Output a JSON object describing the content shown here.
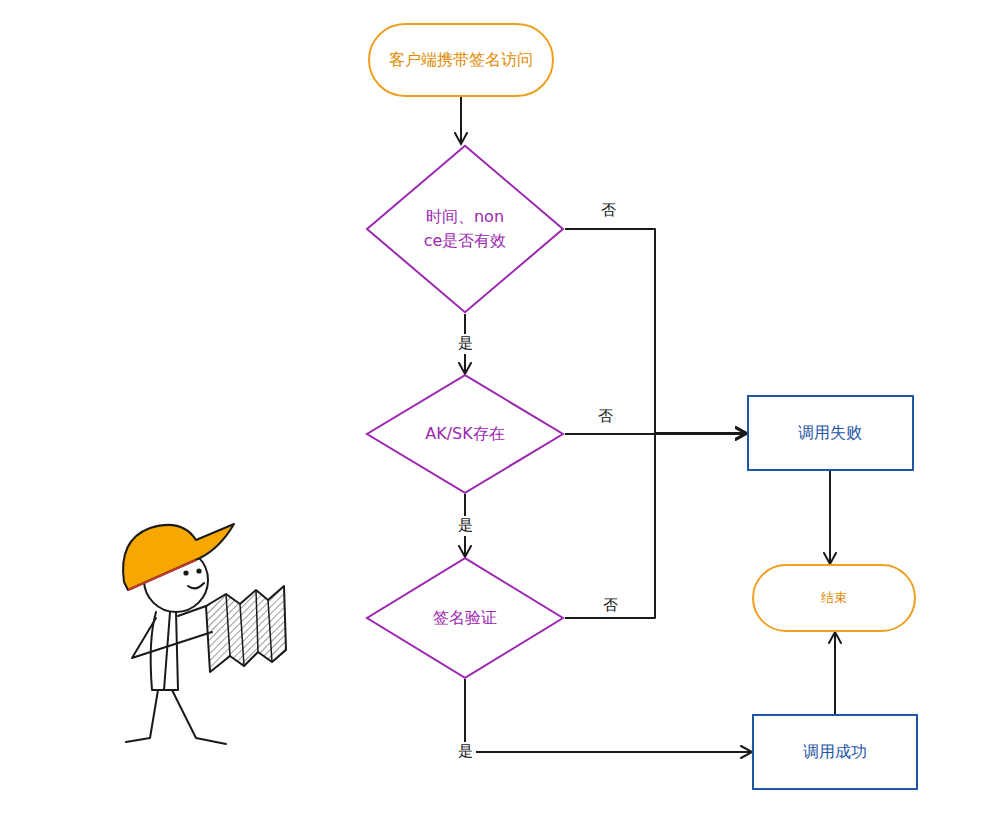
{
  "diagram": {
    "nodes": [
      {
        "text": [
          "客户端携带签名访问"
        ]
      },
      {
        "text": [
          "时间、nonce是否有效"
        ]
      },
      {
        "text": [
          "AK/SK存在"
        ]
      },
      {
        "text": [
          "签名验证"
        ]
      },
      {
        "text": [
          "调用失败"
        ]
      },
      {
        "text": [
          "结束"
        ]
      },
      {
        "text": [
          "调用成功"
        ]
      }
    ],
    "edges": [
      {
        "from": 0,
        "to": 1,
        "arrow": "to"
      },
      {
        "from": 1,
        "to": 2,
        "label": "是",
        "arrow": "to"
      },
      {
        "from": 1,
        "to": 4,
        "label": "否",
        "arrow": "to"
      },
      {
        "from": 2,
        "to": 3,
        "label": "是",
        "arrow": "to"
      },
      {
        "from": 2,
        "to": 4,
        "label": "否",
        "arrow": "to"
      },
      {
        "from": 3,
        "to": 4,
        "label": "否",
        "arrow": "to"
      },
      {
        "from": 3,
        "to": 6,
        "label": "是",
        "arrow": "to"
      },
      {
        "from": 4,
        "to": 5,
        "arrow": "to"
      },
      {
        "from": 6,
        "to": 5,
        "arrow": "to"
      }
    ]
  }
}
